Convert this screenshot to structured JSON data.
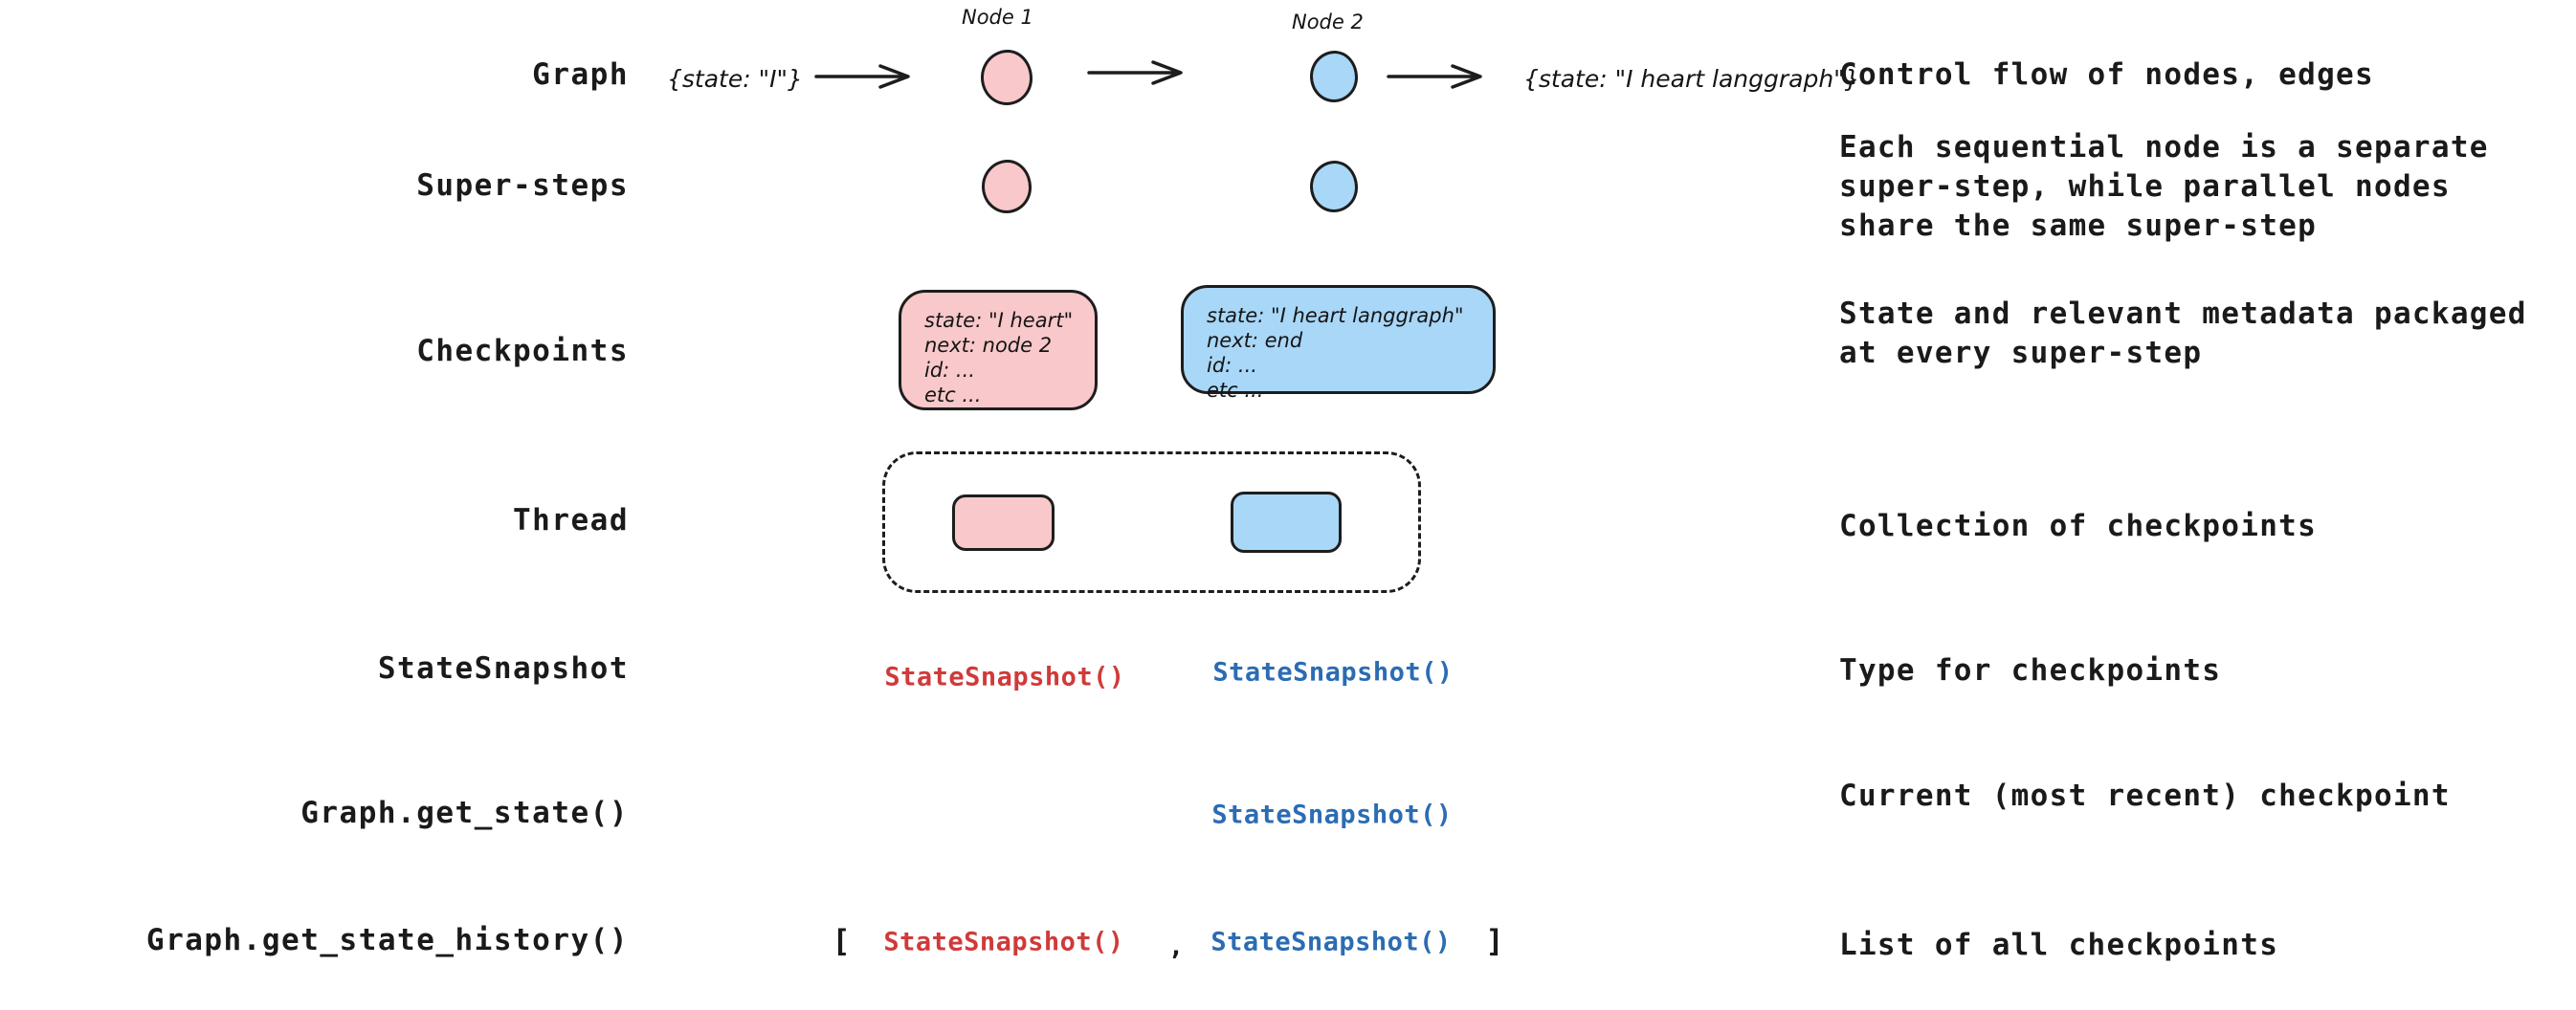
{
  "colors": {
    "node_pink": "#f9c8ca",
    "node_blue": "#a8d7f7",
    "outline": "#1d1d1d",
    "text": "#1a1a1a",
    "snapshot_red": "#d03a3a",
    "snapshot_blue": "#2b6cb3"
  },
  "rows": {
    "graph": {
      "label": "Graph",
      "node1_label": "Node 1",
      "node2_label": "Node 2",
      "input_state": "{state: \"I\"}",
      "output_state": "{state: \"I heart langgraph\"}",
      "description": "Control flow of nodes, edges"
    },
    "super_steps": {
      "label": "Super-steps",
      "description_lines": [
        "Each sequential node is a separate",
        "super-step, while parallel nodes",
        "share the same super-step"
      ]
    },
    "checkpoints": {
      "label": "Checkpoints",
      "checkpoint1_lines": [
        "state: \"I heart\"",
        "next: node 2",
        "id: ...",
        "etc ..."
      ],
      "checkpoint2_lines": [
        "state: \"I heart langgraph\"",
        "next: end",
        "id: ...",
        "etc ..."
      ],
      "description_lines": [
        "State and relevant metadata packaged",
        "at every super-step"
      ]
    },
    "thread": {
      "label": "Thread",
      "description": "Collection of checkpoints"
    },
    "state_snapshot": {
      "label": "StateSnapshot",
      "snapshot1": "StateSnapshot()",
      "snapshot2": "StateSnapshot()",
      "description": "Type for checkpoints"
    },
    "get_state": {
      "label": "Graph.get_state()",
      "snapshot": "StateSnapshot()",
      "description": "Current (most recent) checkpoint"
    },
    "get_state_history": {
      "label": "Graph.get_state_history()",
      "bracket_open": "[",
      "snapshot1": "StateSnapshot()",
      "comma": ",",
      "snapshot2": "StateSnapshot()",
      "bracket_close": "]",
      "description": "List of all checkpoints"
    }
  }
}
